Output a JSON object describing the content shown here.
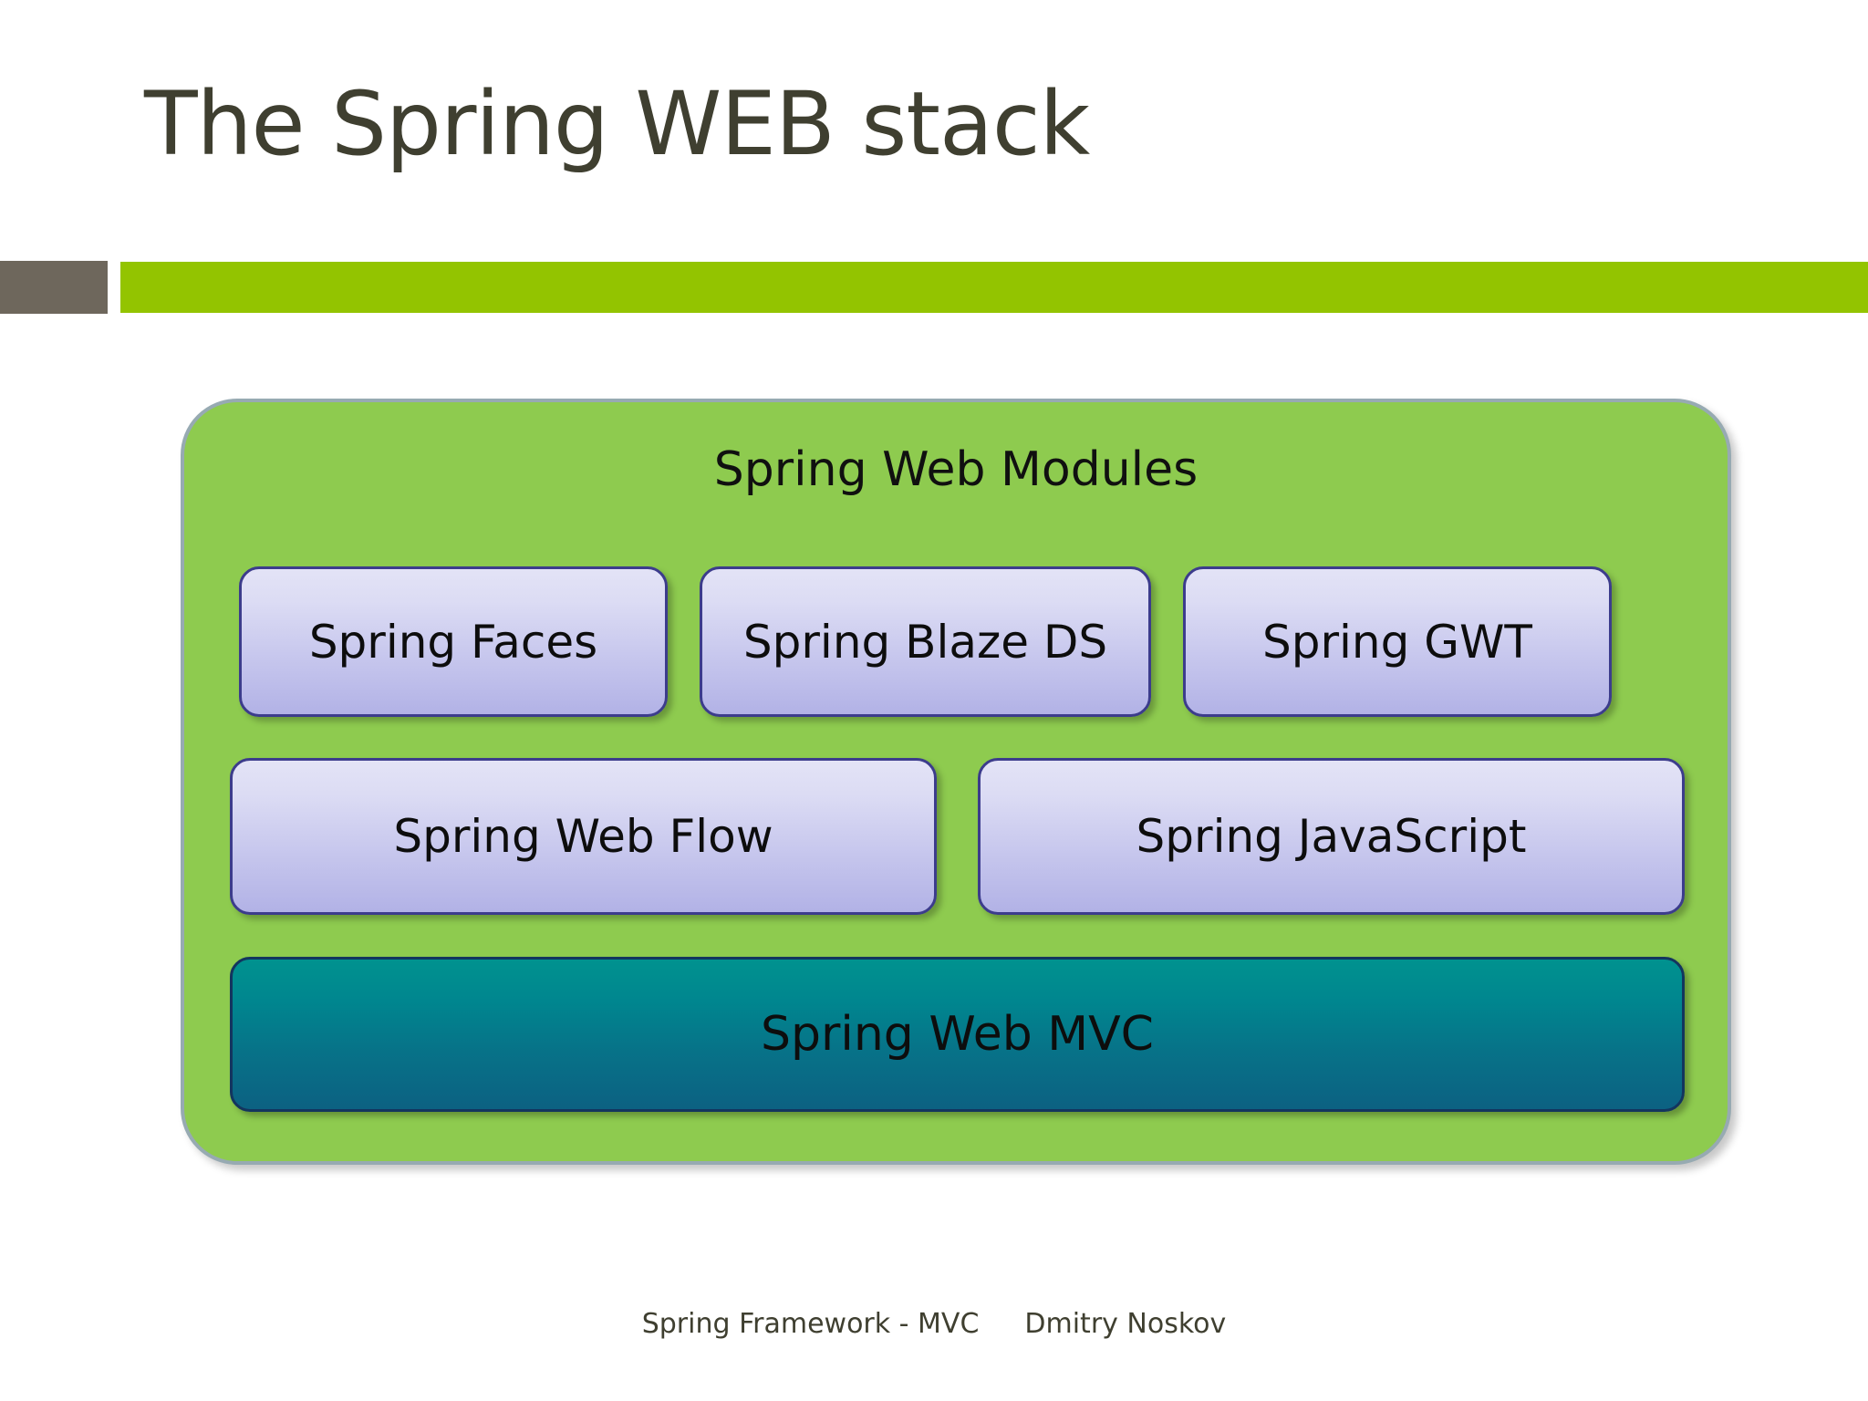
{
  "slide": {
    "title": "The Spring WEB stack",
    "title_color": "#3f3f30",
    "accent_block_color": "#6e675c",
    "accent_bar_color": "#93c400"
  },
  "diagram": {
    "container_label": "Spring Web Modules",
    "container_color": "#8ecb4f",
    "container_border_color": "#97aab2",
    "module_box_border_color": "#3c3c8c",
    "module_box_gradient_top": "#e3e3f6",
    "module_box_gradient_bottom": "#b2b2e6",
    "mvc_gradient_top": "#00928f",
    "mvc_gradient_bottom": "#0c6182",
    "rows": [
      {
        "boxes": [
          {
            "label": "Spring Faces"
          },
          {
            "label": "Spring Blaze DS"
          },
          {
            "label": "Spring GWT"
          }
        ]
      },
      {
        "boxes": [
          {
            "label": "Spring Web Flow"
          },
          {
            "label": "Spring JavaScript"
          }
        ]
      },
      {
        "boxes": [
          {
            "label": "Spring Web MVC"
          }
        ]
      }
    ]
  },
  "footer": {
    "left_text": "Spring Framework - MVC",
    "right_text": "Dmitry Noskov"
  }
}
